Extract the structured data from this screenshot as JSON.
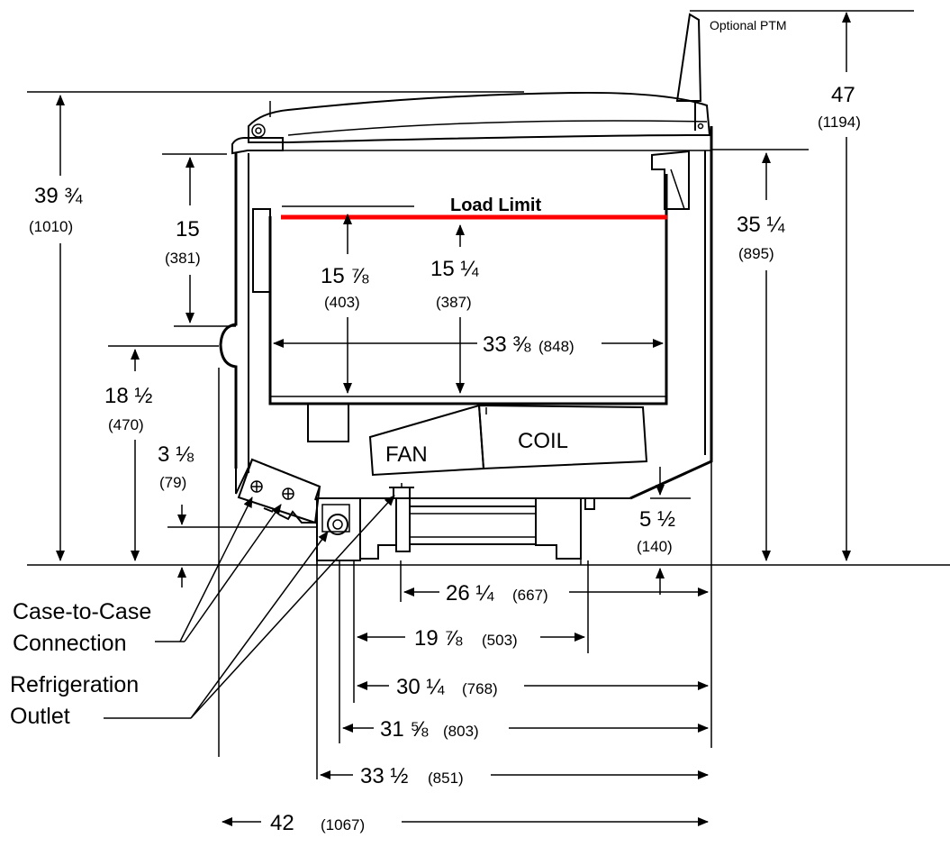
{
  "labels": {
    "optional_ptm": "Optional PTM",
    "load_limit": "Load Limit",
    "fan": "FAN",
    "coil": "COIL",
    "case_to_case_1": "Case-to-Case",
    "case_to_case_2": "Connection",
    "refrigeration_1": "Refrigeration",
    "refrigeration_2": "Outlet"
  },
  "dimensions": {
    "overall_height": {
      "in": "47",
      "mm": "(1194)"
    },
    "height_39": {
      "in": "39 ¾",
      "mm": "(1010)"
    },
    "height_35": {
      "in": "35 ¼",
      "mm": "(895)"
    },
    "depth_15": {
      "in": "15",
      "mm": "(381)"
    },
    "height_18": {
      "in": "18 ½",
      "mm": "(470)"
    },
    "height_3": {
      "in": "3 ⅛",
      "mm": "(79)"
    },
    "load_15_78": {
      "in": "15 ⅞",
      "mm": "(403)"
    },
    "load_15_14": {
      "in": "15 ¼",
      "mm": "(387)"
    },
    "width_33_38": {
      "in": "33 ⅜",
      "mm": "(848)"
    },
    "height_5": {
      "in": "5 ½",
      "mm": "(140)"
    },
    "width_26": {
      "in": "26 ¼",
      "mm": "(667)"
    },
    "width_19": {
      "in": "19 ⅞",
      "mm": "(503)"
    },
    "width_30": {
      "in": "30 ¼",
      "mm": "(768)"
    },
    "width_31": {
      "in": "31 ⅝",
      "mm": "(803)"
    },
    "width_33_12": {
      "in": "33 ½",
      "mm": "(851)"
    },
    "width_42": {
      "in": "42",
      "mm": "(1067)"
    }
  },
  "colors": {
    "load_limit_line": "#ff0000",
    "lines": "#000000"
  }
}
